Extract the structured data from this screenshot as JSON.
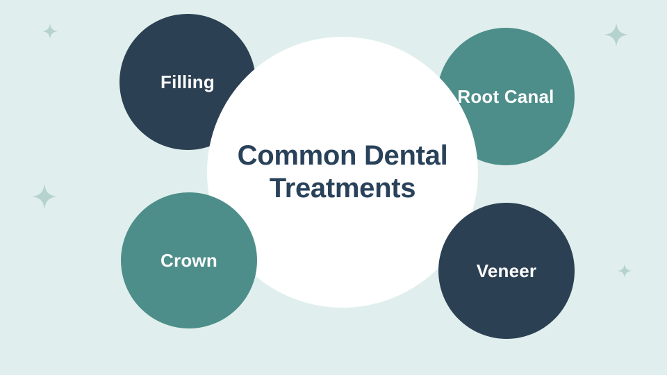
{
  "slide": {
    "title": {
      "line1": "Common Dental",
      "line2": "Treatments"
    },
    "bubbles": [
      {
        "label": "Filling",
        "variant": "navy"
      },
      {
        "label": "Root Canal",
        "variant": "teal"
      },
      {
        "label": "Crown",
        "variant": "teal"
      },
      {
        "label": "Veneer",
        "variant": "navy"
      }
    ],
    "decor": {
      "sparkle_icon": "four-point-sparkle",
      "sparkle_count": 4
    },
    "colors": {
      "background": "#e0efed",
      "navy": "#2c4053",
      "teal": "#4d8e8a",
      "center_circle": "#ffffff",
      "title_text": "#29425a",
      "label_text": "#fdfdfd",
      "sparkle": "#b5d2cf"
    }
  }
}
